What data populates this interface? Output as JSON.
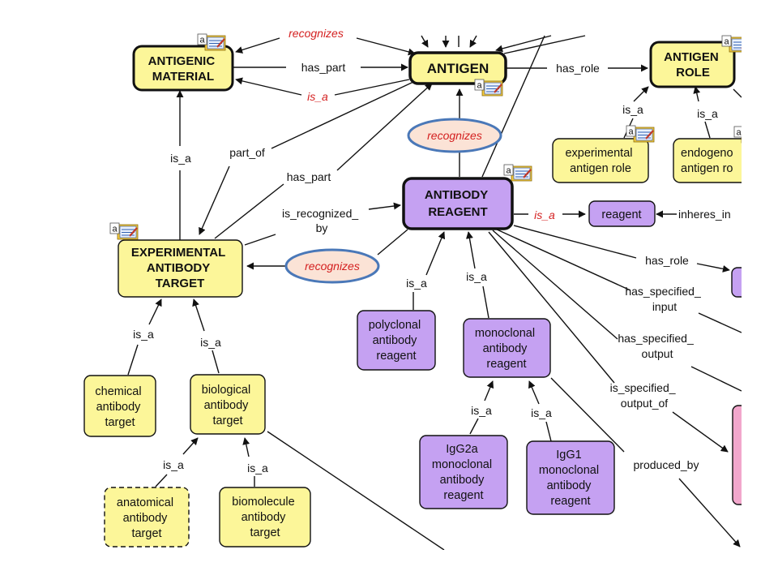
{
  "colors": {
    "antigen_fill": "#fcf699",
    "antibody_fill": "#c5a1f2",
    "pink_fill": "#f2a7cc",
    "highlight_fill": "#fbe3d6",
    "highlight_stroke": "#4a78b8",
    "relation_red": "#d42020"
  },
  "nodes": {
    "antigenic_material": [
      "ANTIGENIC",
      "MATERIAL"
    ],
    "antigen": [
      "ANTIGEN"
    ],
    "antigen_role": [
      "ANTIGEN",
      "ROLE"
    ],
    "experimental_antigen_role": [
      "experimental",
      "antigen role"
    ],
    "endogenous_antigen_role": [
      "endogeno",
      "antigen ro"
    ],
    "antibody_reagent": [
      "ANTIBODY",
      "REAGENT"
    ],
    "reagent": [
      "reagent"
    ],
    "experimental_antibody_target": [
      "EXPERIMENTAL",
      "ANTIBODY",
      "TARGET"
    ],
    "polyclonal": [
      "polyclonal",
      "antibody",
      "reagent"
    ],
    "monoclonal": [
      "monoclonal",
      "antibody",
      "reagent"
    ],
    "chemical_target": [
      "chemical",
      "antibody",
      "target"
    ],
    "biological_target": [
      "biological",
      "antibody",
      "target"
    ],
    "anatomical_target": [
      "anatomical",
      "antibody",
      "target"
    ],
    "biomolecule_target": [
      "biomolecule",
      "antibody",
      "target"
    ],
    "igg2a": [
      "IgG2a",
      "monoclonal",
      "antibody",
      "reagent"
    ],
    "igg1": [
      "IgG1",
      "monoclonal",
      "antibody",
      "reagent"
    ]
  },
  "links": {
    "recognizes_top": "recognizes",
    "has_part_top": "has_part",
    "is_a_top": "is_a",
    "has_role": "has_role",
    "is_a_exp_role": "is_a",
    "is_a_endo_role": "is_a",
    "recognizes_antigen": "recognizes",
    "is_a_exp_target": "is_a",
    "part_of": "part_of",
    "has_part_left": "has_part",
    "is_recognized_by": [
      "is_recognized_",
      "by"
    ],
    "recognizes_target": "recognizes",
    "is_a_reagent": "is_a",
    "inheres_in": "inheres_in",
    "has_role_right": "has_role",
    "has_specified_input": [
      "has_specified_",
      "input"
    ],
    "has_specified_output": [
      "has_specified_",
      "output"
    ],
    "is_specified_output_of": [
      "is_specified_",
      "output_of"
    ],
    "is_a_polyclonal": "is_a",
    "is_a_monoclonal": "is_a",
    "is_a_chemical": "is_a",
    "is_a_biological": "is_a",
    "is_a_anatomical": "is_a",
    "is_a_biomolecule": "is_a",
    "is_a_igg2a": "is_a",
    "is_a_igg1": "is_a",
    "produced_by": "produced_by"
  },
  "annotation_icon_glyph": "a"
}
